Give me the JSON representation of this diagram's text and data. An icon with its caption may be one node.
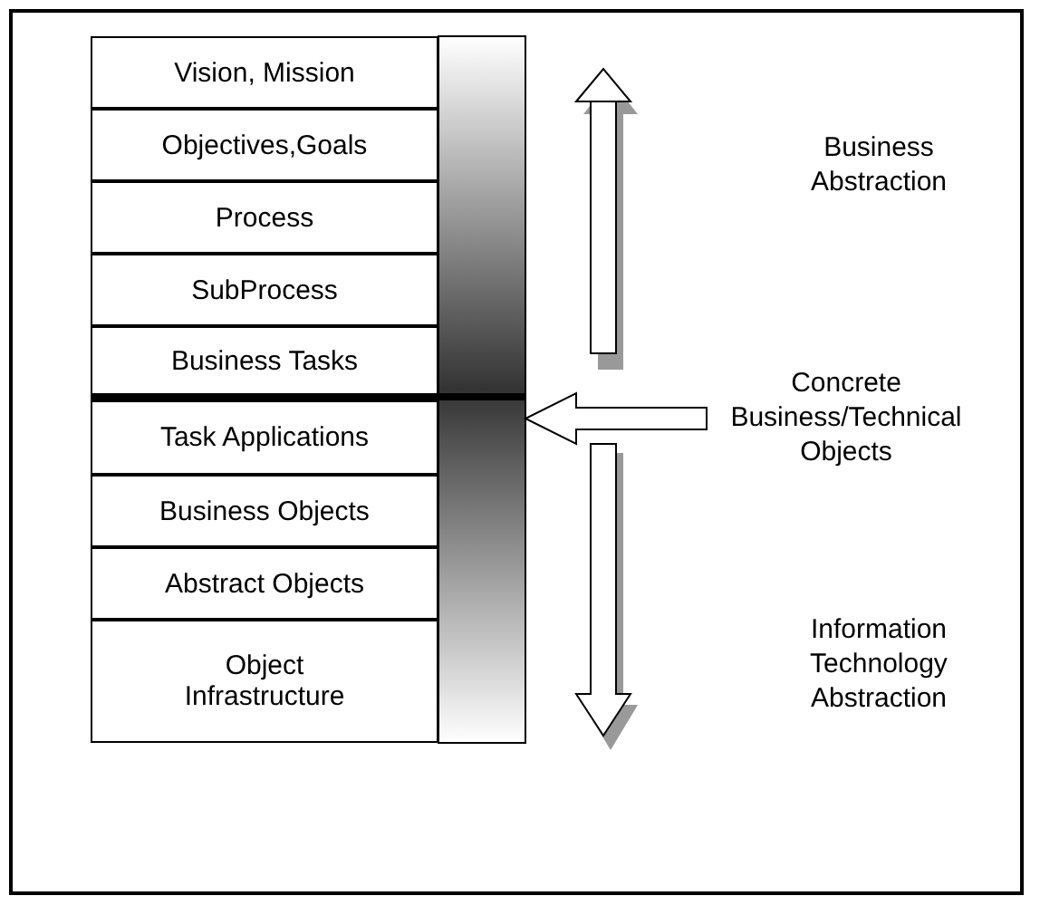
{
  "diagram": {
    "nodes": [
      {
        "text": [
          "Vision, Mission"
        ]
      },
      {
        "text": [
          "Objectives,Goals"
        ]
      },
      {
        "text": [
          "Process"
        ]
      },
      {
        "text": [
          "SubProcess"
        ]
      },
      {
        "text": [
          "Business Tasks"
        ]
      },
      {
        "text": [
          "Task Applications"
        ]
      },
      {
        "text": [
          "Business Objects"
        ]
      },
      {
        "text": [
          "Abstract Objects"
        ]
      },
      {
        "text": [
          "Object Infrastructure"
        ]
      },
      {
        "text": [
          "Concrete Business/Technical Objects"
        ]
      },
      {
        "text": [],
        "shape": "bar"
      }
    ],
    "edges": [
      {
        "from": 9,
        "to": 10,
        "arrow": "to"
      }
    ],
    "labels": [
      "Business Abstraction",
      "Information Technology Abstraction"
    ]
  }
}
